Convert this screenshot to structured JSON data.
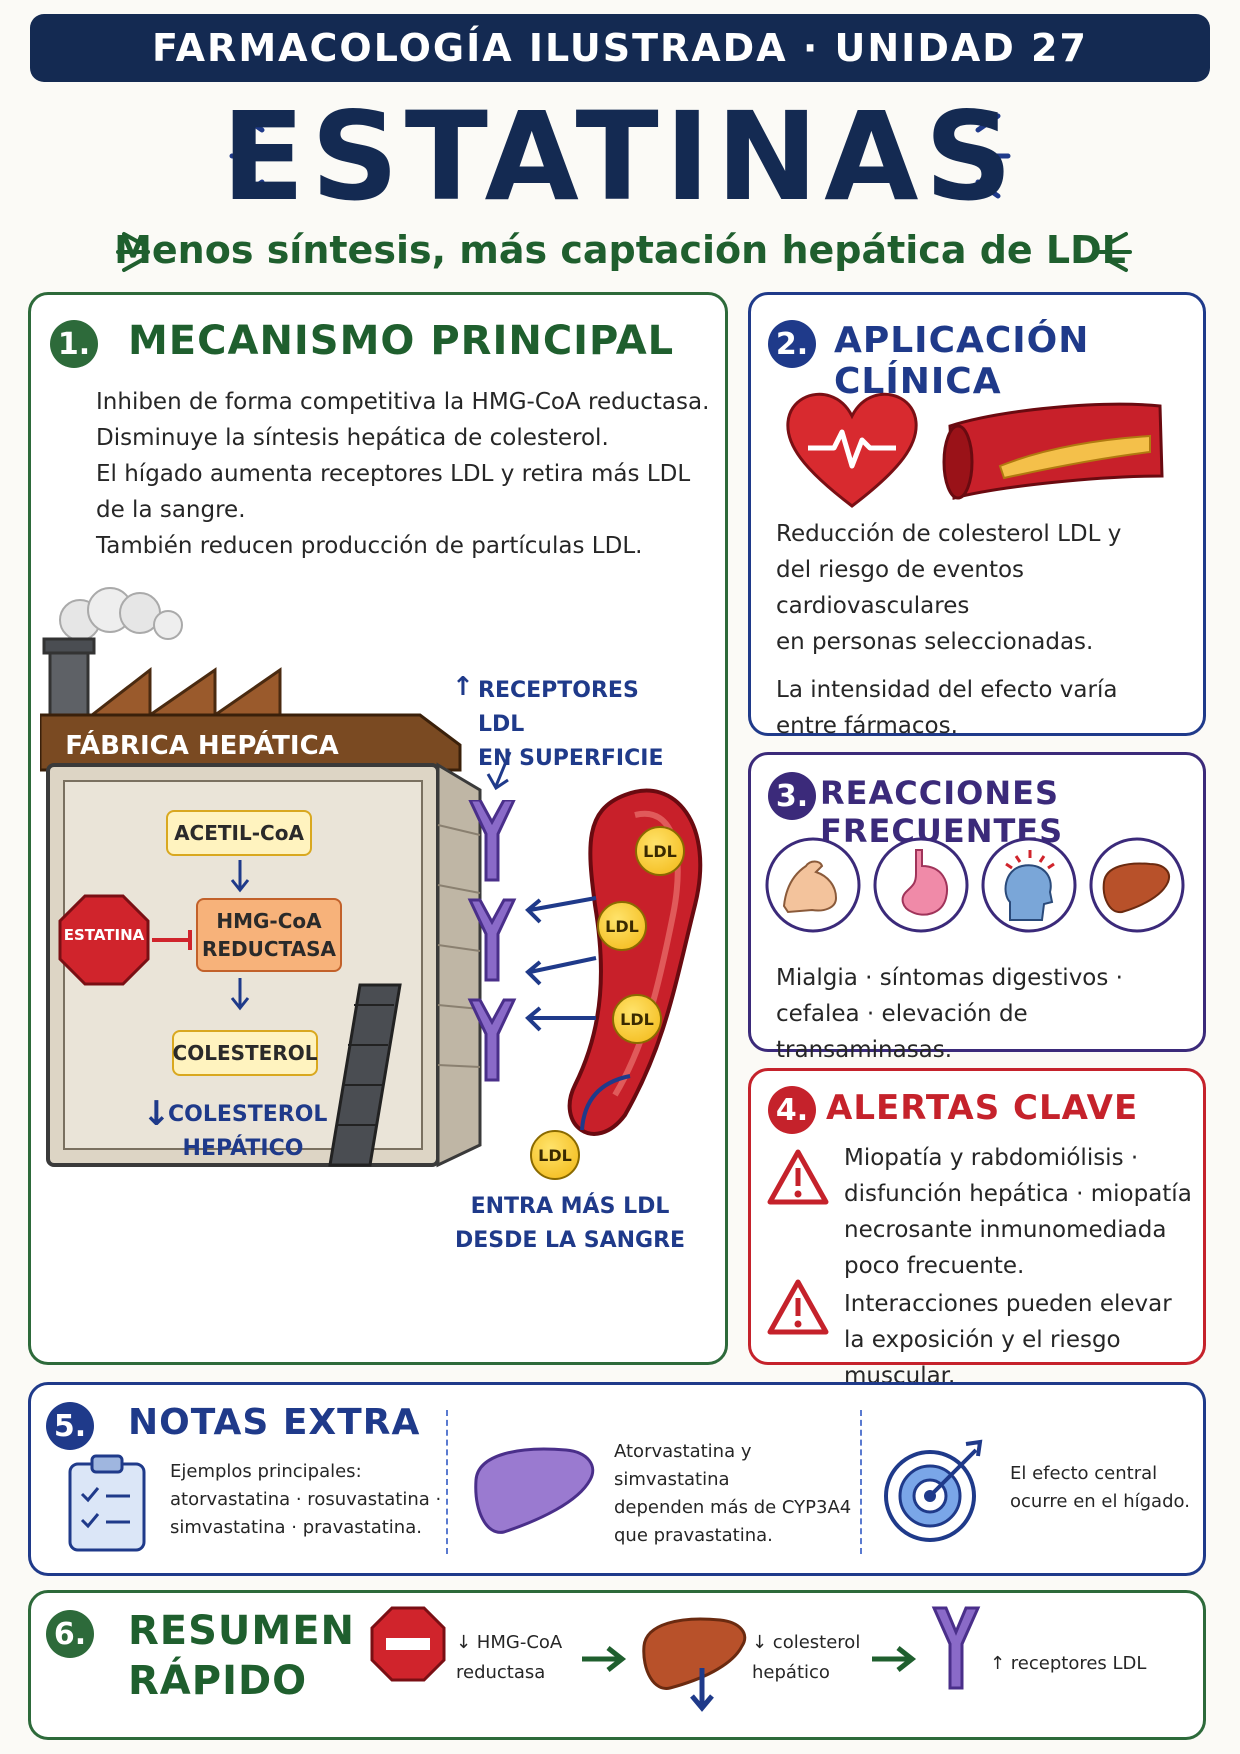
{
  "header": {
    "series": "FARMACOLOGÍA ILUSTRADA · UNIDAD 27",
    "title": "ESTATINAS",
    "subtitle": "Menos síntesis, más captación hepática de LDL"
  },
  "section1": {
    "number": "1.",
    "title": "MECANISMO PRINCIPAL",
    "lines": [
      "Inhiben de forma competitiva la HMG-CoA reductasa.",
      "Disminuye la síntesis hepática de colesterol.",
      "El hígado aumenta receptores LDL y retira más LDL",
      "de la sangre.",
      "También reducen producción de partículas LDL."
    ],
    "factory_label": "FÁBRICA HEPÁTICA",
    "flow": {
      "acetil": "ACETIL-CoA",
      "hmg_line1": "HMG-CoA",
      "hmg_line2": "REDUCTASA",
      "colesterol": "COLESTEROL",
      "statin_sign": "ESTATINA",
      "chol_hep_line1": "COLESTEROL",
      "chol_hep_line2": "HEPÁTICO",
      "down_arrow": "↓"
    },
    "receptors_label_line1": "RECEPTORES LDL",
    "receptors_label_line2": "EN SUPERFICIE",
    "up_arrow": "↑",
    "ldl": "LDL",
    "entry_line1": "ENTRA MÁS LDL",
    "entry_line2": "DESDE LA SANGRE"
  },
  "section2": {
    "number": "2.",
    "title": "APLICACIÓN CLÍNICA",
    "para1": [
      "Reducción de colesterol LDL y",
      "del riesgo de eventos cardiovasculares",
      "en personas seleccionadas."
    ],
    "para2": [
      "La intensidad del efecto varía",
      "entre fármacos."
    ]
  },
  "section3": {
    "number": "3.",
    "title": "REACCIONES FRECUENTES",
    "icons": [
      "muscle-icon",
      "stomach-icon",
      "headache-icon",
      "liver-icon"
    ],
    "lines": [
      "Mialgia · síntomas digestivos ·",
      "cefalea · elevación de transaminasas."
    ]
  },
  "section4": {
    "number": "4.",
    "title": "ALERTAS CLAVE",
    "alert1": [
      "Miopatía y rabdomiólisis ·",
      "disfunción hepática · miopatía",
      "necrosante inmunomediada",
      "poco frecuente."
    ],
    "alert2": [
      "Interacciones pueden elevar",
      "la exposición y el riesgo muscular."
    ]
  },
  "section5": {
    "number": "5.",
    "title": "NOTAS EXTRA",
    "col1": [
      "Ejemplos principales:",
      "atorvastatina · rosuvastatina ·",
      "simvastatina · pravastatina."
    ],
    "col2": [
      "Atorvastatina y simvastatina",
      "dependen más de CYP3A4",
      "que pravastatina."
    ],
    "col3": [
      "El efecto central",
      "ocurre en el hígado."
    ]
  },
  "section6": {
    "number": "6.",
    "title_line1": "RESUMEN",
    "title_line2": "RÁPIDO",
    "step1": [
      "↓ HMG-CoA",
      "reductasa"
    ],
    "step2": [
      "↓ colesterol",
      "hepático"
    ],
    "step3": "↑ receptores LDL"
  },
  "colors": {
    "navy": "#142a52",
    "green": "#1f5f2e",
    "blue": "#1f3a8a",
    "purple": "#3b2a7a",
    "red": "#c5222b"
  }
}
